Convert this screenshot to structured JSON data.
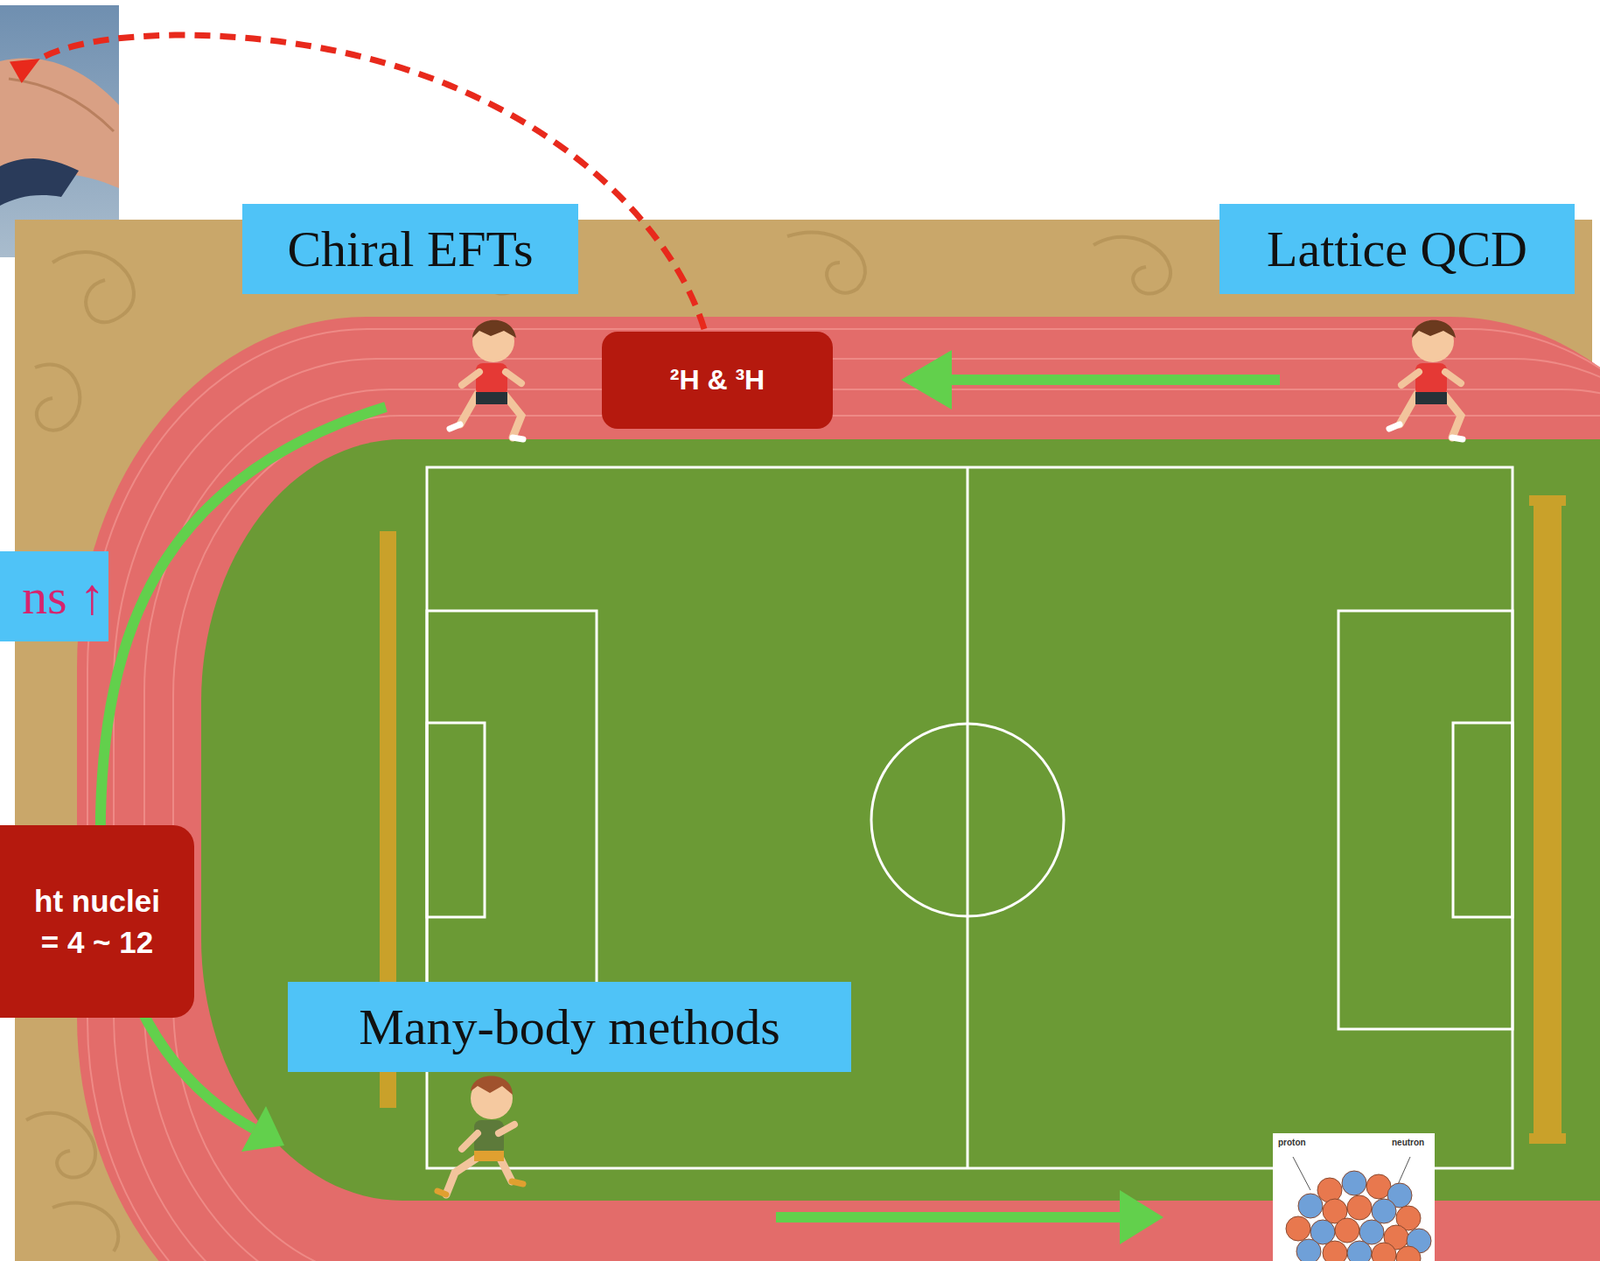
{
  "diagram": {
    "nodes": [
      {
        "text": [
          "Chiral EFTs"
        ]
      },
      {
        "text": [
          "²H & ³H"
        ]
      },
      {
        "text": [
          "Lattice QCD"
        ]
      },
      {
        "text": [
          "ns ↑"
        ]
      },
      {
        "text": [
          "ht nuclei",
          "= 4 ~ 12"
        ]
      },
      {
        "text": [
          "Many-body methods"
        ]
      }
    ],
    "labels": [
      "proton",
      "neutron"
    ]
  }
}
